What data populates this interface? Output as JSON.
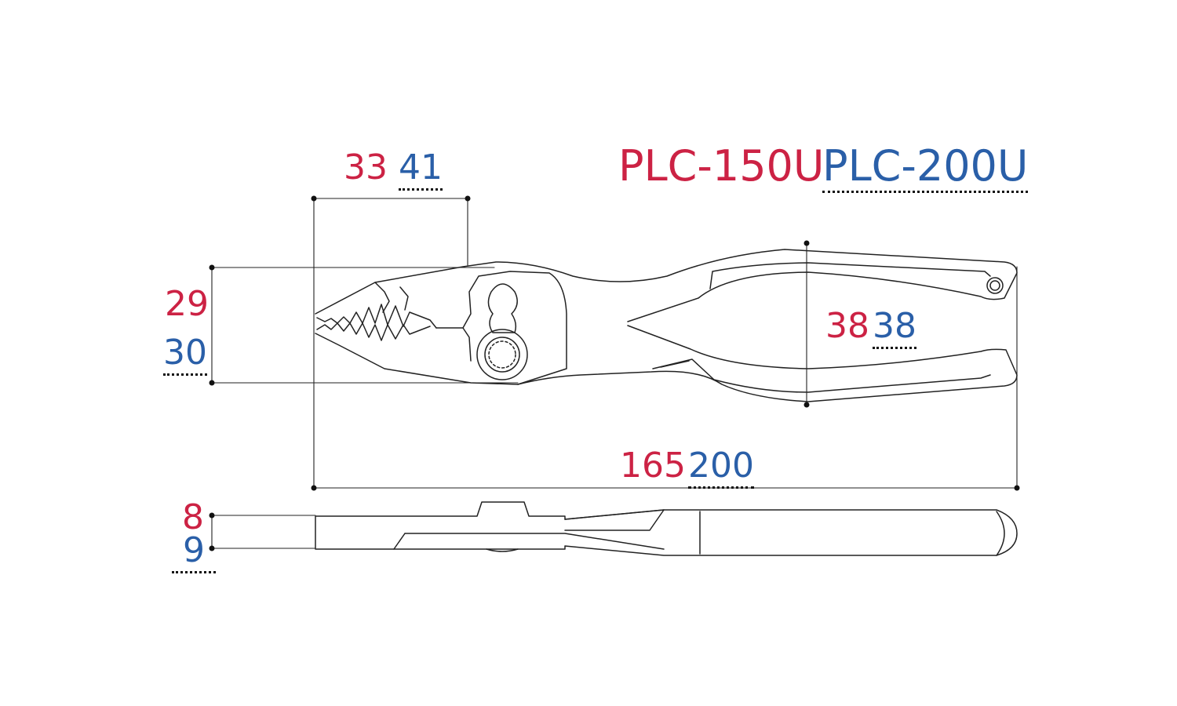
{
  "models": {
    "small": {
      "name": "PLC-150U",
      "color": "#cc2244"
    },
    "large": {
      "name": "PLC-200U",
      "color": "#2a5fa8"
    }
  },
  "dimensions": {
    "jaw_length": {
      "small": "33",
      "large": "41"
    },
    "head_height": {
      "small": "29",
      "large": "30"
    },
    "handle_span": {
      "small": "38",
      "large": "38"
    },
    "overall_length": {
      "small": "165",
      "large": "200"
    },
    "thickness": {
      "small": "8",
      "large": "9"
    }
  }
}
